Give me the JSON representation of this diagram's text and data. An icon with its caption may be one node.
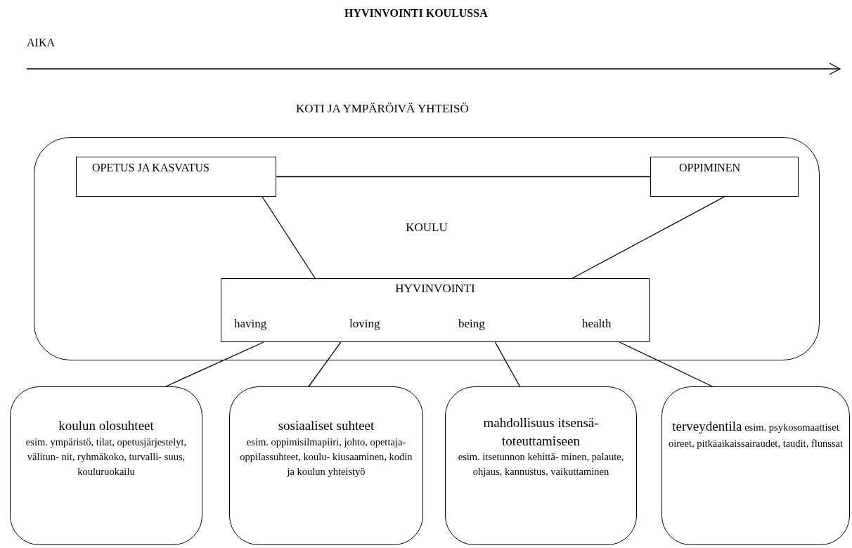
{
  "diagram": {
    "title": "HYVINVOINTI KOULUSSA",
    "nodes": [
      {
        "text": [
          "KOULU"
        ]
      },
      {
        "text": [
          "OPETUS JA KASVATUS"
        ],
        "in": 0
      },
      {
        "text": [
          "OPPIMINEN"
        ],
        "in": 0
      },
      {
        "text": [
          "HYVINVOINTI",
          "having",
          "loving",
          "being",
          "health"
        ],
        "in": 0
      },
      {
        "text": [
          "koulun olosuhteet",
          "esim. ympäristö, tilat, opetusjärjestelyt, välitun- nit, ryhmäkoko, turvalli- suus, kouluruokailu"
        ]
      },
      {
        "text": [
          "sosiaaliset suhteet",
          "esim. oppimisilmapiiri, johto, opettaja- oppilassuhteet, koulu- kiusaaminen, kodin ja koulun yhteistyö"
        ]
      },
      {
        "text": [
          "mahdollisuus itsensä- toteuttamiseen",
          "esim. itsetunnon kehittä- minen, palaute, ohjaus, kannustus, vaikuttaminen"
        ]
      },
      {
        "text": [
          "terveydentila",
          "esim. psykosomaattiset oireet, pitkäaikaissairaudet, taudit, flunssat"
        ]
      }
    ],
    "edges": [
      {
        "from": 1,
        "to": 2,
        "arrow": "none"
      },
      {
        "from": 1,
        "to": 3,
        "arrow": "none"
      },
      {
        "from": 2,
        "to": 3,
        "arrow": "none"
      },
      {
        "from": 3,
        "to": 4,
        "arrow": "none"
      },
      {
        "from": 3,
        "to": 5,
        "arrow": "none"
      },
      {
        "from": 3,
        "to": 6,
        "arrow": "none"
      },
      {
        "from": 3,
        "to": 7,
        "arrow": "none"
      }
    ],
    "labels": [
      "AIKA",
      "KOTI JA YMPÄRÖIVÄ YHTEISÖ"
    ]
  }
}
